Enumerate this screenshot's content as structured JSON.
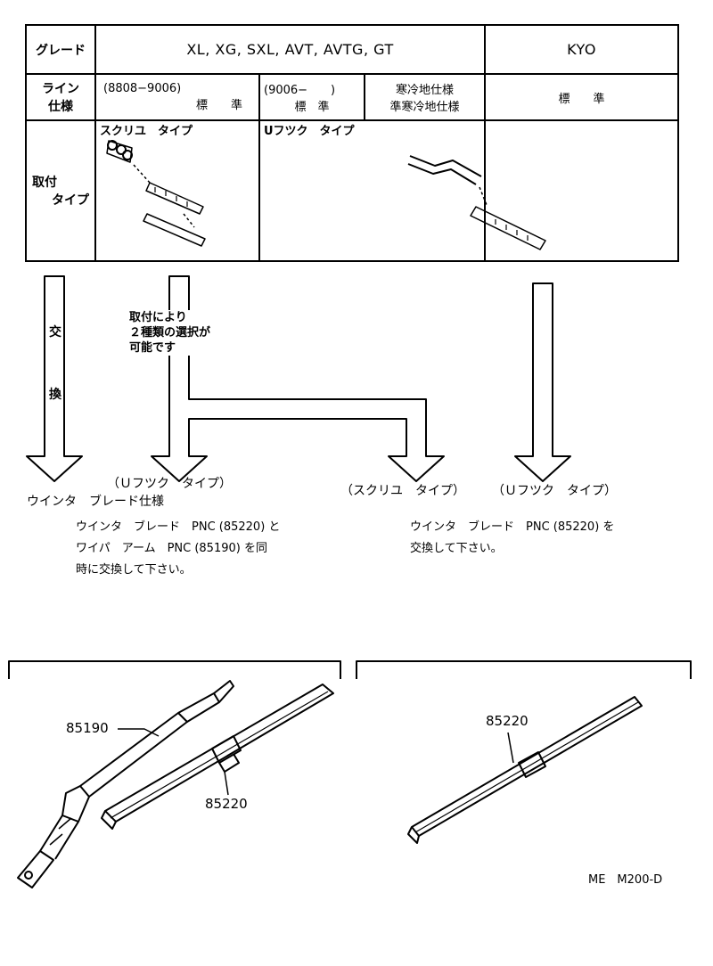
{
  "table": {
    "grade_label": "グレード",
    "grade_main": "XL, XG, SXL, AVT, AVTG, GT",
    "grade_kyo": "KYO",
    "line_label_1": "ライン",
    "line_label_2": "仕様",
    "line_a_range": "(8808−9006)",
    "line_a_std": "標　　準",
    "line_b_range": "(9006−　　)",
    "line_b_std": "標　準",
    "line_c_1": "寒冷地仕様",
    "line_c_2": "準寒冷地仕様",
    "line_kyo_std": "標　　準",
    "mount_label_1": "取付",
    "mount_label_2": "タイプ",
    "mount_screw": "スクリユ　タイプ",
    "mount_uhook": "Uフツク　タイプ"
  },
  "flow": {
    "exchange_1": "交",
    "exchange_2": "換",
    "choice_1": "取付により",
    "choice_2": "２種類の選択が",
    "choice_3": "可能です",
    "uhook_type_left": "（Ｕフツク　タイプ）",
    "blade_spec": "ウインタ　ブレード仕様",
    "screw_type": "（スクリユ　タイプ）",
    "uhook_type_right": "（Ｕフツク　タイプ）"
  },
  "notes": {
    "left_1": "ウインタ　ブレード　PNC (85220) と",
    "left_2": "ワイパ　アーム　PNC (85190) を同",
    "left_3": "時に交換して下さい。",
    "right_1": "ウインタ　ブレード　PNC (85220) を",
    "right_2": "交換して下さい。"
  },
  "parts": {
    "arm_pnc": "85190",
    "blade_pnc_left": "85220",
    "blade_pnc_right": "85220"
  },
  "figure_code": "ME　M200-D"
}
